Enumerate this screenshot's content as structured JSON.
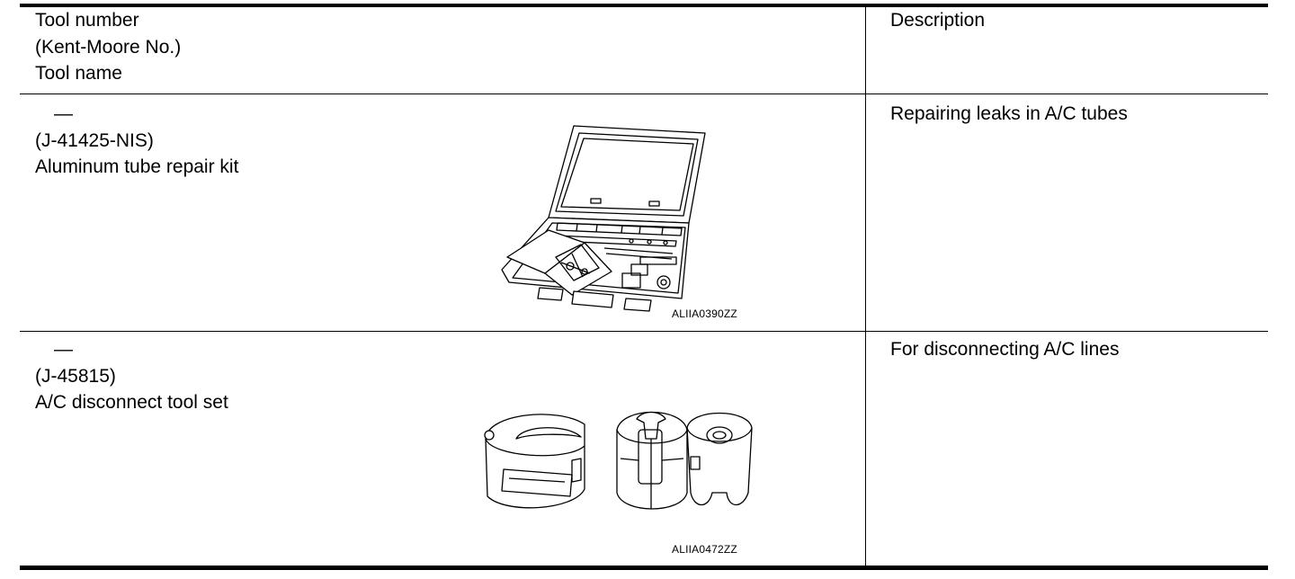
{
  "header": {
    "col1_lines": [
      "Tool number",
      "(Kent-Moore No.)",
      "Tool name"
    ],
    "col2": "Description"
  },
  "rows": [
    {
      "tool_number": "—",
      "kent_moore": "(J-41425-NIS)",
      "tool_name": "Aluminum tube repair kit",
      "description": "Repairing leaks in A/C tubes",
      "illustration_code": "ALIIA0390ZZ",
      "illustration_icon": "tool-case-illustration"
    },
    {
      "tool_number": "—",
      "kent_moore": "(J-45815)",
      "tool_name": "A/C disconnect tool set",
      "description": "For disconnecting A/C lines",
      "illustration_code": "ALIIA0472ZZ",
      "illustration_icon": "disconnect-tools-illustration"
    }
  ]
}
